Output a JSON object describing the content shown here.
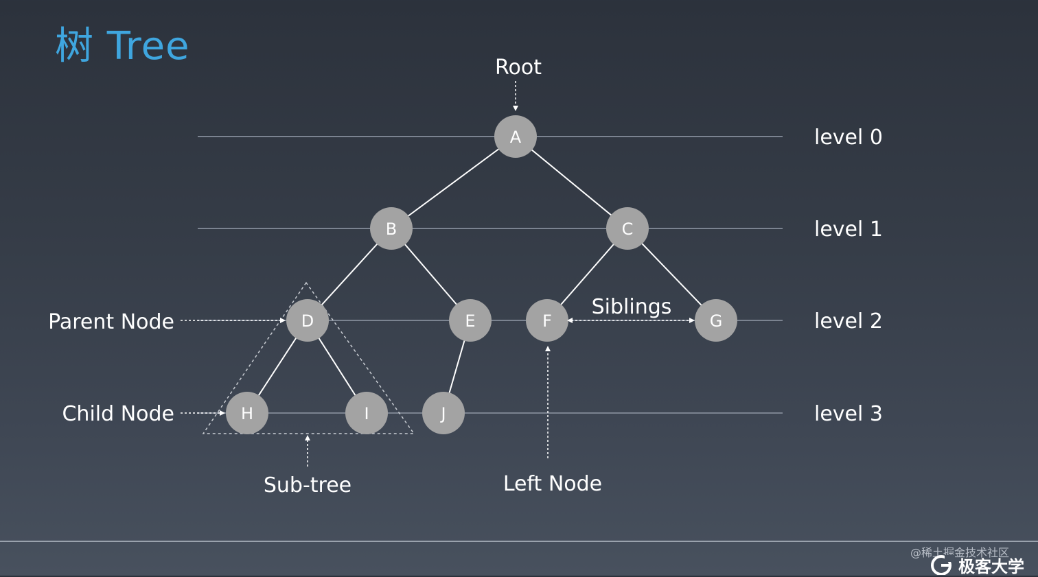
{
  "title": "树 Tree",
  "root_label": "Root",
  "levels": [
    "level 0",
    "level 1",
    "level 2",
    "level 3"
  ],
  "nodes": [
    "A",
    "B",
    "C",
    "D",
    "E",
    "F",
    "G",
    "H",
    "I",
    "J"
  ],
  "edges": [
    [
      "A",
      "B"
    ],
    [
      "A",
      "C"
    ],
    [
      "B",
      "D"
    ],
    [
      "B",
      "E"
    ],
    [
      "C",
      "F"
    ],
    [
      "C",
      "G"
    ],
    [
      "D",
      "H"
    ],
    [
      "D",
      "I"
    ],
    [
      "E",
      "J"
    ]
  ],
  "annotations": {
    "parent_node": "Parent Node",
    "child_node": "Child Node",
    "sub_tree": "Sub-tree",
    "left_node": "Left Node",
    "siblings": "Siblings"
  },
  "watermark": "@稀土掘金技术社区",
  "brand": "极客大学",
  "colors": {
    "title": "#3fa6df",
    "node_fill": "#a3a3a3",
    "node_text": "#ffffff",
    "level_line": "#7b8390",
    "edge": "#ffffff",
    "label": "#ffffff"
  }
}
